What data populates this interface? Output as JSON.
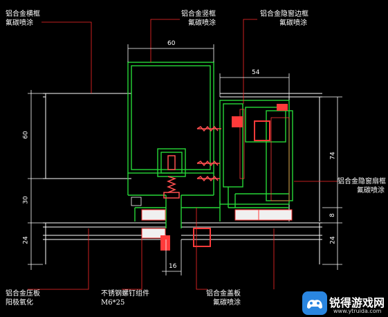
{
  "labels": {
    "transom": [
      "铝合金横框",
      "氟碳喷涂"
    ],
    "mullion": [
      "铝合金竖框",
      "氟碳喷涂"
    ],
    "hidden_sash_edge": [
      "铝合金隐窗边框",
      "氟碳喷涂"
    ],
    "hidden_sash_frame": [
      "铝合金隐窗扇框",
      "氟碳喷涂"
    ],
    "pressure_plate": [
      "铝合金压板",
      "阳极氧化"
    ],
    "screw_set": [
      "不锈钢螺钉组件",
      "M6*25"
    ],
    "cover_plate": [
      "铝合金盖板",
      "氟碳喷涂"
    ]
  },
  "dimensions": {
    "mullion_width": "60",
    "sash_offset": "54",
    "left_upper": "60",
    "left_mid": "30",
    "left_lower": "24",
    "right_upper": "74",
    "right_mid": "8",
    "right_lower": "24",
    "bottom_gap": "16"
  },
  "watermark": {
    "title": "锐得游戏网",
    "url": "www.ytruida.com"
  },
  "colors": {
    "background": "#000000",
    "profile": "#27d838",
    "dimension": "#ffffff",
    "leader": "#ff2a2a",
    "glass": "#ffffff",
    "screw": "#ff5050",
    "gasket": "#ff3a3a"
  }
}
